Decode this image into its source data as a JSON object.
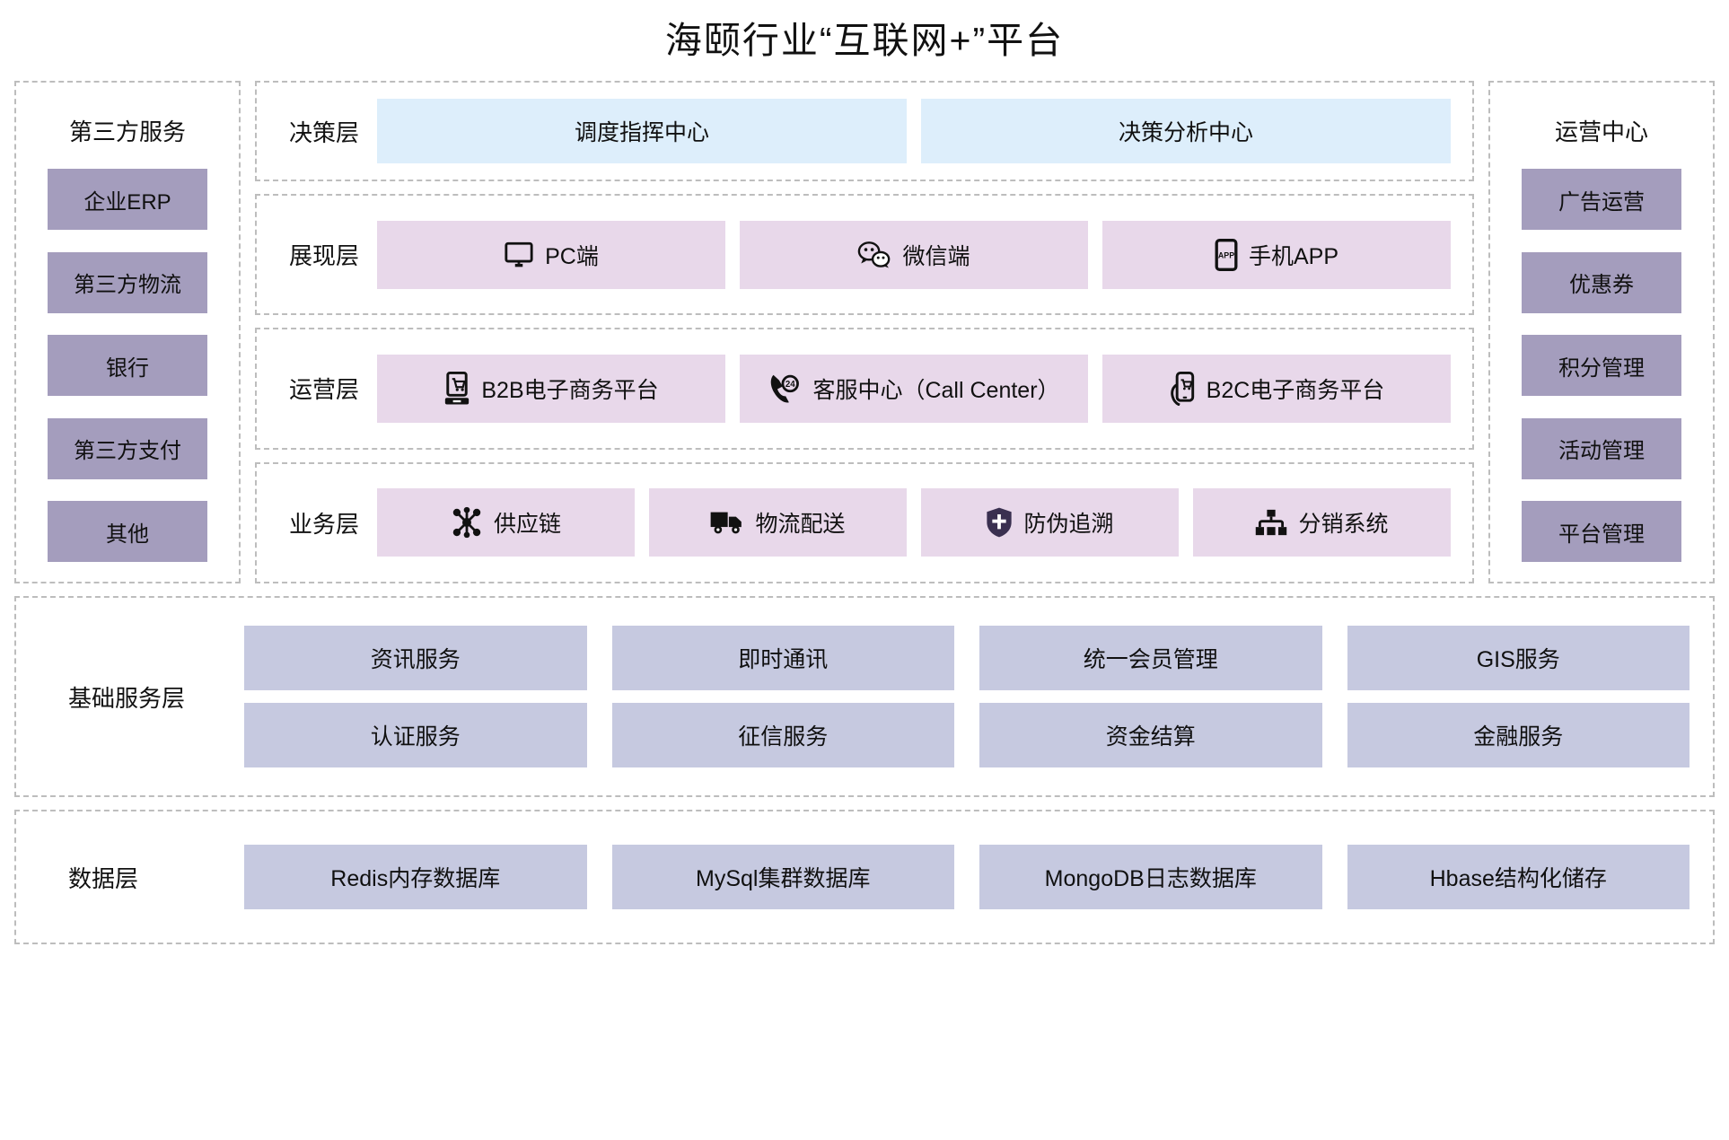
{
  "title": "海颐行业“互联网+”平台",
  "left_panel": {
    "heading": "第三方服务",
    "items": [
      {
        "label": "企业ERP"
      },
      {
        "label": "第三方物流"
      },
      {
        "label": "银行"
      },
      {
        "label": "第三方支付"
      },
      {
        "label": "其他"
      }
    ]
  },
  "right_panel": {
    "heading": "运营中心",
    "items": [
      {
        "label": "广告运营"
      },
      {
        "label": "优惠券"
      },
      {
        "label": "积分管理"
      },
      {
        "label": "活动管理"
      },
      {
        "label": "平台管理"
      }
    ]
  },
  "layers": {
    "decision": {
      "label": "决策层",
      "items": [
        {
          "label": "调度指挥中心",
          "icon": "none"
        },
        {
          "label": "决策分析中心",
          "icon": "none"
        }
      ]
    },
    "presentation": {
      "label": "展现层",
      "items": [
        {
          "label": "PC端",
          "icon": "monitor-icon"
        },
        {
          "label": "微信端",
          "icon": "wechat-icon"
        },
        {
          "label": "手机APP",
          "icon": "mobile-app-icon"
        }
      ]
    },
    "operation": {
      "label": "运营层",
      "items": [
        {
          "label": "B2B电子商务平台",
          "icon": "shopping-cart-terminal-icon"
        },
        {
          "label": "客服中心（Call Center）",
          "icon": "phone-24h-icon"
        },
        {
          "label": "B2C电子商务平台",
          "icon": "mobile-shopping-icon"
        }
      ]
    },
    "business": {
      "label": "业务层",
      "items": [
        {
          "label": "供应链",
          "icon": "network-nodes-icon"
        },
        {
          "label": "物流配送",
          "icon": "truck-icon"
        },
        {
          "label": "防伪追溯",
          "icon": "shield-icon"
        },
        {
          "label": "分销系统",
          "icon": "hierarchy-icon"
        }
      ]
    },
    "base_service": {
      "label": "基础服务层",
      "rows": [
        [
          {
            "label": "资讯服务"
          },
          {
            "label": "即时通讯"
          },
          {
            "label": "统一会员管理"
          },
          {
            "label": "GIS服务"
          }
        ],
        [
          {
            "label": "认证服务"
          },
          {
            "label": "征信服务"
          },
          {
            "label": "资金结算"
          },
          {
            "label": "金融服务"
          }
        ]
      ]
    },
    "data": {
      "label": "数据层",
      "rows": [
        [
          {
            "label": "Redis内存数据库"
          },
          {
            "label": "MySql集群数据库"
          },
          {
            "label": "MongoDB日志数据库"
          },
          {
            "label": "Hbase结构化储存"
          }
        ]
      ]
    }
  },
  "colors": {
    "purple_box": "#a49dbd",
    "pink_box": "#e8d8ea",
    "blue_box": "#ddeefb",
    "service_box": "#c6c9e0",
    "dashed_border": "#bdbdbd",
    "background": "#ffffff"
  }
}
